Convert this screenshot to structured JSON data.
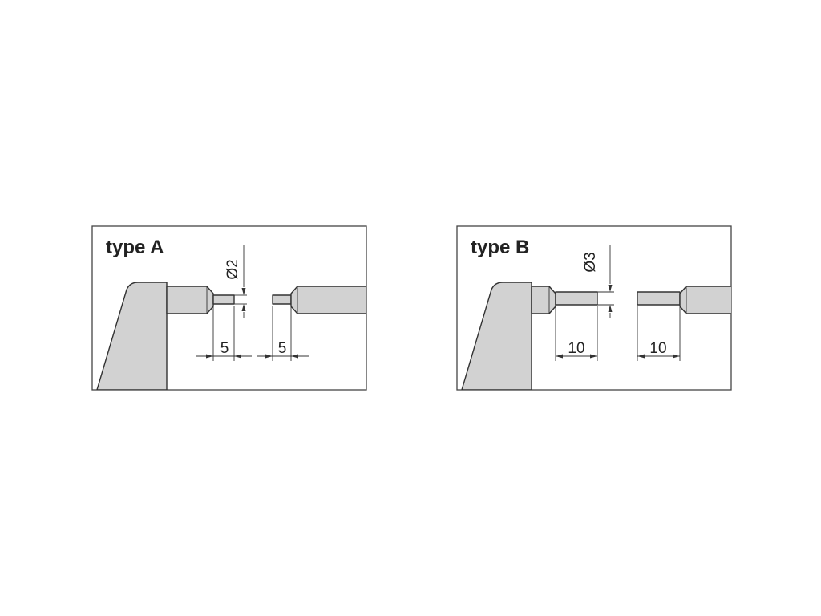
{
  "panels": [
    {
      "title": "type A",
      "diameter_label": "Ø2",
      "left_length_label": "5",
      "right_length_label": "5"
    },
    {
      "title": "type B",
      "diameter_label": "Ø3",
      "left_length_label": "10",
      "right_length_label": "10"
    }
  ],
  "colors": {
    "part_fill": "#d2d2d2",
    "outline": "#333333"
  }
}
